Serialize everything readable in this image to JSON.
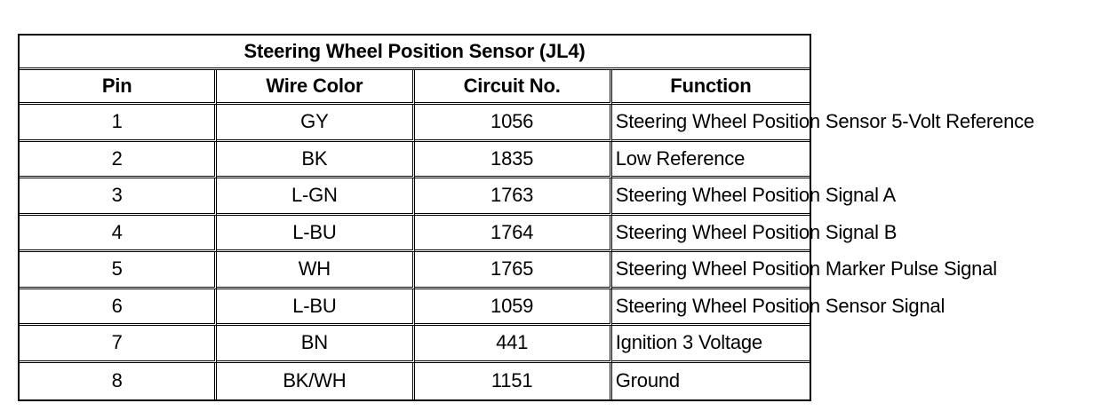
{
  "table": {
    "title": "Steering Wheel Position Sensor (JL4)",
    "headers": {
      "pin": "Pin",
      "wire_color": "Wire Color",
      "circuit_no": "Circuit No.",
      "function": "Function"
    },
    "rows": [
      {
        "pin": "1",
        "wire_color": "GY",
        "circuit_no": "1056",
        "function": "Steering Wheel Position Sensor 5-Volt Reference"
      },
      {
        "pin": "2",
        "wire_color": "BK",
        "circuit_no": "1835",
        "function": "Low Reference"
      },
      {
        "pin": "3",
        "wire_color": "L-GN",
        "circuit_no": "1763",
        "function": "Steering Wheel Position Signal A"
      },
      {
        "pin": "4",
        "wire_color": "L-BU",
        "circuit_no": "1764",
        "function": "Steering Wheel Position Signal B"
      },
      {
        "pin": "5",
        "wire_color": "WH",
        "circuit_no": "1765",
        "function": "Steering Wheel Position Marker Pulse Signal"
      },
      {
        "pin": "6",
        "wire_color": "L-BU",
        "circuit_no": "1059",
        "function": "Steering Wheel Position Sensor Signal"
      },
      {
        "pin": "7",
        "wire_color": "BN",
        "circuit_no": "441",
        "function": "Ignition 3 Voltage"
      },
      {
        "pin": "8",
        "wire_color": "BK/WH",
        "circuit_no": "1151",
        "function": "Ground"
      }
    ]
  }
}
